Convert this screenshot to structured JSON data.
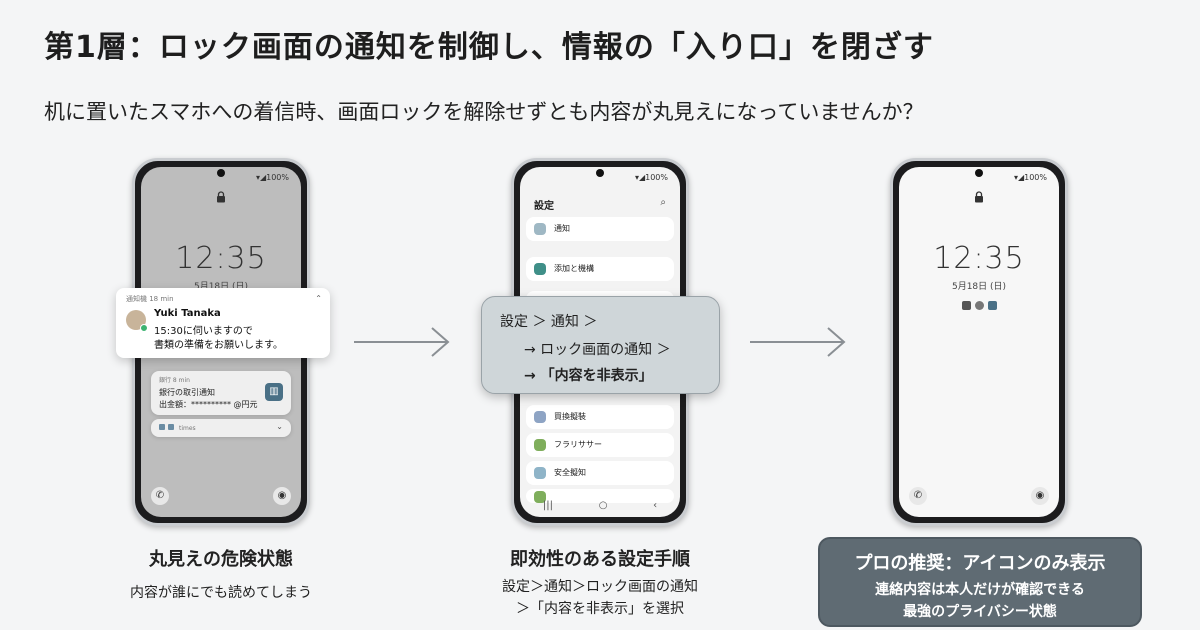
{
  "title": "第1層：ロック画面の通知を制御し、情報の「入り口」を閉ざす",
  "subtitle": "机に置いたスマホへの着信時、画面ロックを解除せずとも内容が丸見えになっていませんか？",
  "phone_status": "▾◢100%",
  "phone1": {
    "clock": "12:35",
    "date": "5月18日 (日)",
    "notification": {
      "app": "通知機  18 min",
      "sender": "Yuki Tanaka",
      "line1": "15:30に伺いますので",
      "line2": "書類の準備をお願いします。"
    },
    "bank_notification": {
      "header": "銀行  8 min",
      "line1": "銀行の取引通知",
      "line2": "出金額：********** @円元"
    },
    "third_notification": "times"
  },
  "phone2": {
    "settings_title": "設定",
    "items": [
      "通知",
      "添加と機構",
      "",
      "",
      "",
      "買換擬裝",
      "フラリササー",
      "安全擬知",
      "~~~~~"
    ],
    "popup": {
      "line1": "設定 ＞ 通知 ＞",
      "line2": "→ ロック画面の通知 ＞",
      "line3": "→ 「内容を非表示」"
    }
  },
  "phone3": {
    "clock": "12:35",
    "date": "5月18日 (日)"
  },
  "captions": {
    "c1_title": "丸見えの危険状態",
    "c1_sub": "内容が誰にでも読めてしまう",
    "c2_title": "即効性のある設定手順",
    "c2_sub1": "設定＞通知＞ロック画面の通知",
    "c2_sub2": "＞「内容を非表示」を選択",
    "c3_title": "プロの推奨：アイコンのみ表示",
    "c3_sub1": "連絡内容は本人だけが確認できる",
    "c3_sub2": "最強のプライバシー状態"
  },
  "colors": {
    "accent_box": "#5f6b73",
    "popup_bg": "#cfd6d9",
    "online_dot": "#3cb371"
  }
}
